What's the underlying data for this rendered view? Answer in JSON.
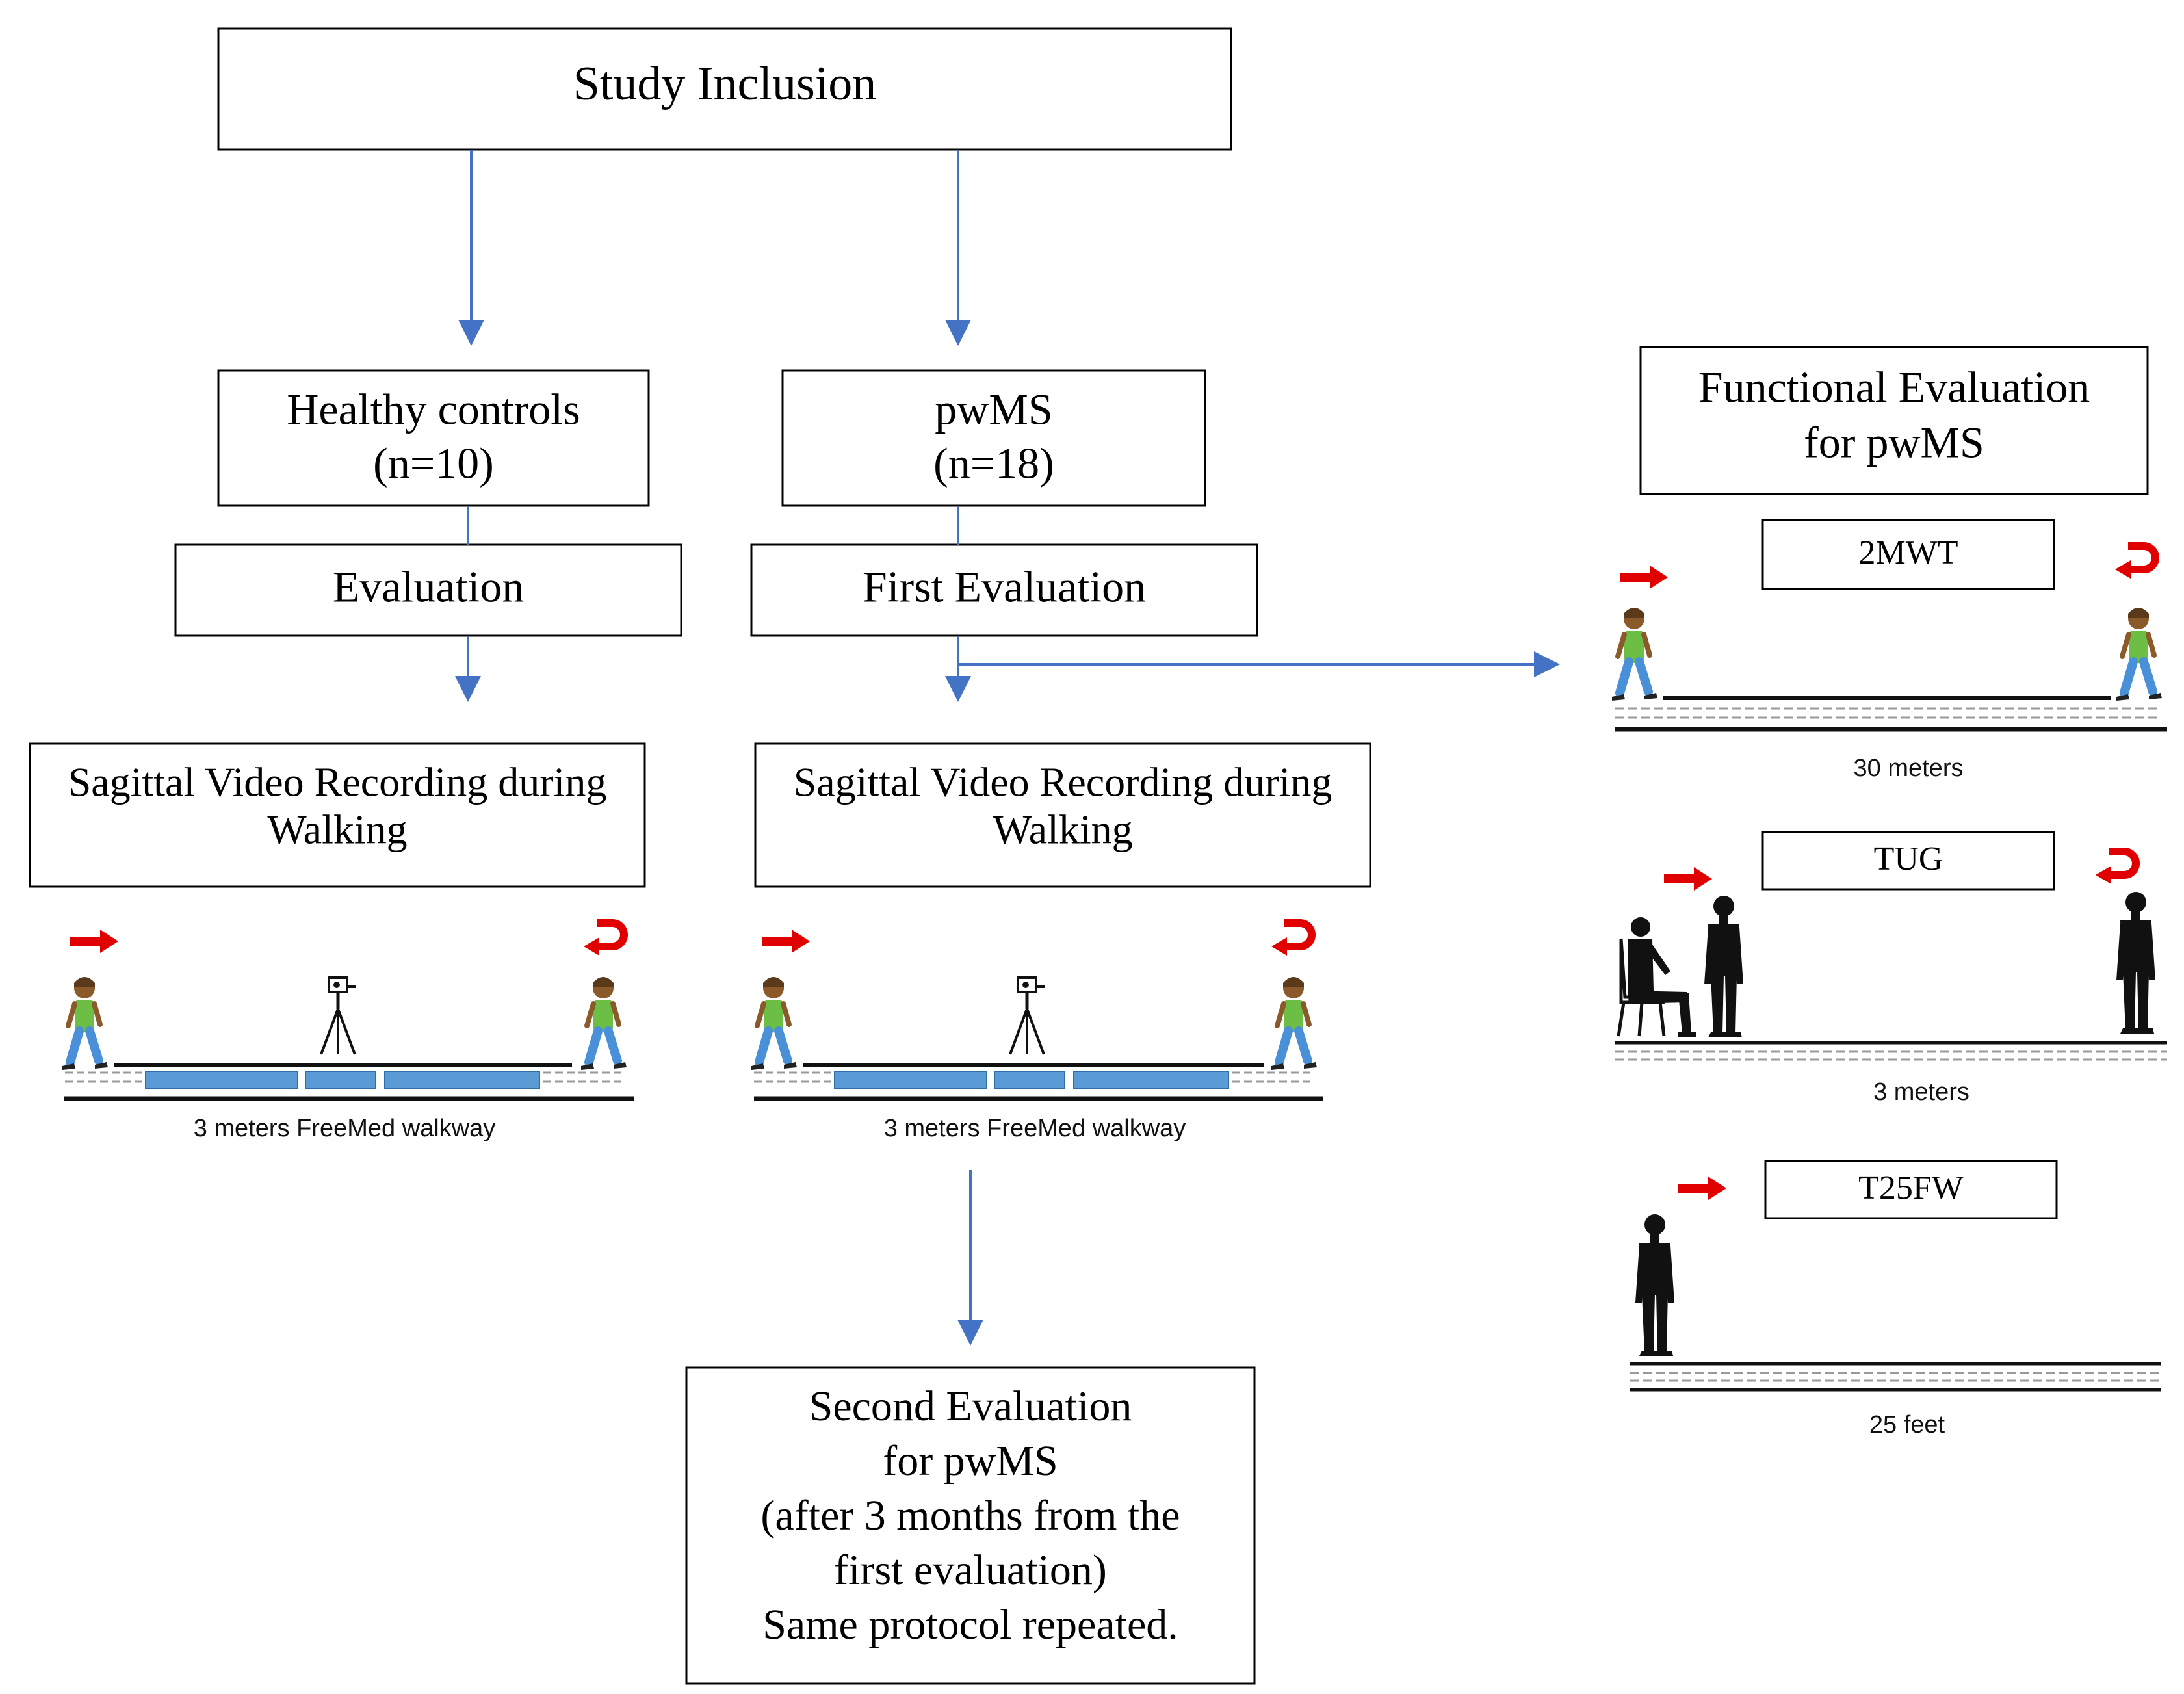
{
  "boxes": {
    "study_inclusion": [
      "Study Inclusion"
    ],
    "healthy_controls": [
      "Healthy controls",
      "(n=10)"
    ],
    "pwms": [
      "pwMS",
      "(n=18)"
    ],
    "evaluation": [
      "Evaluation"
    ],
    "first_evaluation": [
      "First Evaluation"
    ],
    "video_left": [
      "Sagittal Video Recording during",
      "Walking"
    ],
    "video_right": [
      "Sagittal Video Recording during",
      "Walking"
    ],
    "second_evaluation": [
      "Second Evaluation",
      "for pwMS",
      "(after 3 months from the",
      "first evaluation)",
      "Same protocol repeated."
    ],
    "functional_title": [
      "Functional Evaluation",
      "for pwMS"
    ],
    "test_2mwt": [
      "2MWT"
    ],
    "test_tug": [
      "TUG"
    ],
    "test_t25fw": [
      "T25FW"
    ]
  },
  "captions": {
    "walkway_left": "3 meters FreeMed walkway",
    "walkway_right": "3 meters FreeMed walkway",
    "dist_2mwt": "30 meters",
    "dist_tug": "3 meters",
    "dist_t25fw": "25 feet"
  },
  "colors": {
    "arrow": "#4472C4",
    "box_border": "#000000",
    "walkway_blue": "#5B9BD5",
    "direction_arrow": "#E00000",
    "shirt": "#6DBE45",
    "pants": "#4A90D9",
    "silhouette": "#111111"
  }
}
